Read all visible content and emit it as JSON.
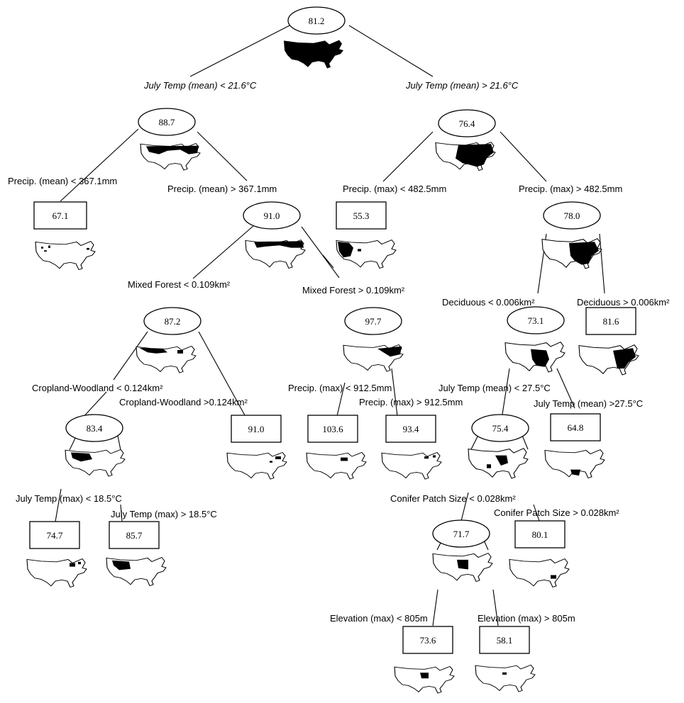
{
  "root": {
    "value": "81.2",
    "map_icon": "us-map-full-dark"
  },
  "splits": {
    "july_temp_mean_low": "July Temp (mean) < 21.6°C",
    "july_temp_mean_high": "July Temp (mean) > 21.6°C",
    "precip_mean_low": "Precip. (mean) < 367.1mm",
    "precip_mean_high": "Precip. (mean) > 367.1mm",
    "precip_max_low": "Precip. (max) < 482.5mm",
    "precip_max_high": "Precip. (max) > 482.5mm",
    "mixed_forest_low": "Mixed Forest < 0.109km²",
    "mixed_forest_high": "Mixed Forest > 0.109km²",
    "deciduous_low": "Deciduous < 0.006km²",
    "deciduous_high": "Deciduous > 0.006km²",
    "cropland_low": "Cropland-Woodland < 0.124km²",
    "cropland_high": "Cropland-Woodland >0.124km²",
    "precip_max2_low": "Precip. (max) < 912.5mm",
    "precip_max2_high": "Precip. (max) > 912.5mm",
    "july_temp_mean2_low": "July Temp (mean) < 27.5°C",
    "july_temp_mean2_high": "July Temp (mean) >27.5°C",
    "july_temp_max_low": "July Temp (max)  < 18.5°C",
    "july_temp_max_high": "July Temp (max)  > 18.5°C",
    "conifer_low": "Conifer Patch Size < 0.028km²",
    "conifer_high": "Conifer Patch Size > 0.028km²",
    "elevation_low": "Elevation (max) < 805m",
    "elevation_high": "Elevation (max) > 805m"
  },
  "nodes": {
    "n_88_7": "88.7",
    "n_76_4": "76.4",
    "n_67_1": "67.1",
    "n_91_0": "91.0",
    "n_55_3": "55.3",
    "n_78_0": "78.0",
    "n_87_2": "87.2",
    "n_97_7": "97.7",
    "n_73_1": "73.1",
    "n_81_6": "81.6",
    "n_83_4": "83.4",
    "n_91_0b": "91.0",
    "n_103_6": "103.6",
    "n_93_4": "93.4",
    "n_75_4": "75.4",
    "n_64_8": "64.8",
    "n_74_7": "74.7",
    "n_85_7": "85.7",
    "n_71_7": "71.7",
    "n_80_1": "80.1",
    "n_73_6": "73.6",
    "n_58_1": "58.1"
  },
  "colors": {
    "ink": "#000000",
    "background": "#ffffff"
  }
}
